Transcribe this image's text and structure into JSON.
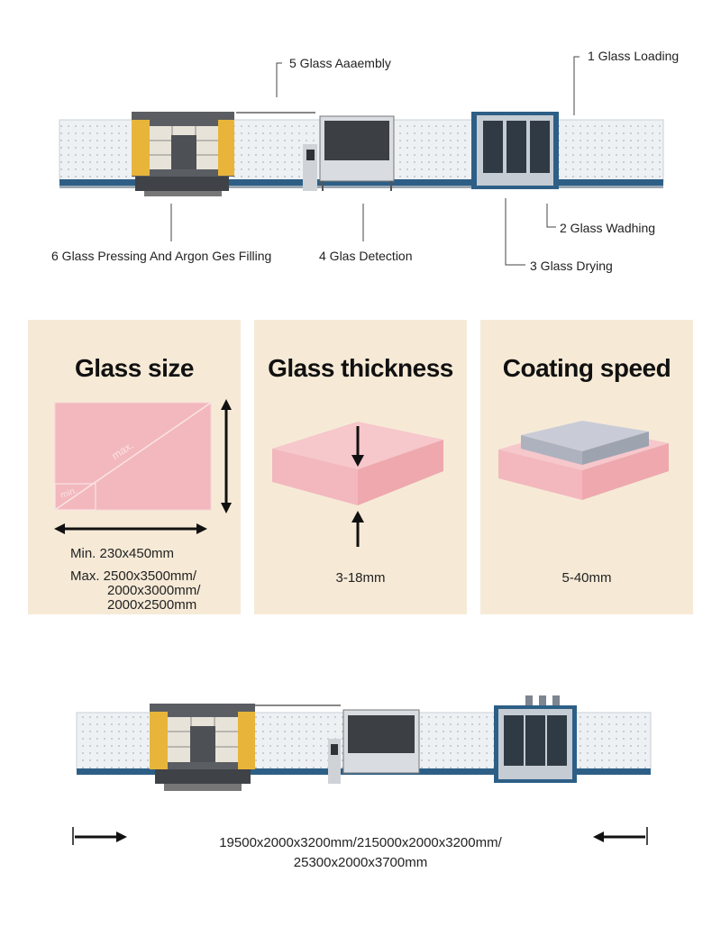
{
  "stations": {
    "s1": "1 Glass Loading",
    "s2": "2 Glass Wadhing",
    "s3": "3 Glass Drying",
    "s4": "4 Glas Detection",
    "s5": "5 Glass Aaaembly",
    "s6": "6 Glass Pressing And Argon Ges Filling"
  },
  "cards": {
    "size": {
      "title": "Glass size",
      "max_label": "max.",
      "min_label": "min.",
      "min": "Min. 230x450mm",
      "max1": "Max. 2500x3500mm/",
      "max2": "2000x3000mm/",
      "max3": "2000x2500mm"
    },
    "thickness": {
      "title": "Glass thickness",
      "value": "3-18mm"
    },
    "speed": {
      "title": "Coating speed",
      "value": "5-40mm"
    }
  },
  "dimensions": {
    "line1": "19500x2000x3200mm/215000x2000x3200mm/",
    "line2": "25300x2000x3700mm"
  },
  "colors": {
    "card_bg": "#f6ead7",
    "glass_pink": "#f2b8bd",
    "machine_yellow": "#e8b53a",
    "machine_gray": "#5a5d62",
    "frame_blue": "#2d5f86"
  }
}
